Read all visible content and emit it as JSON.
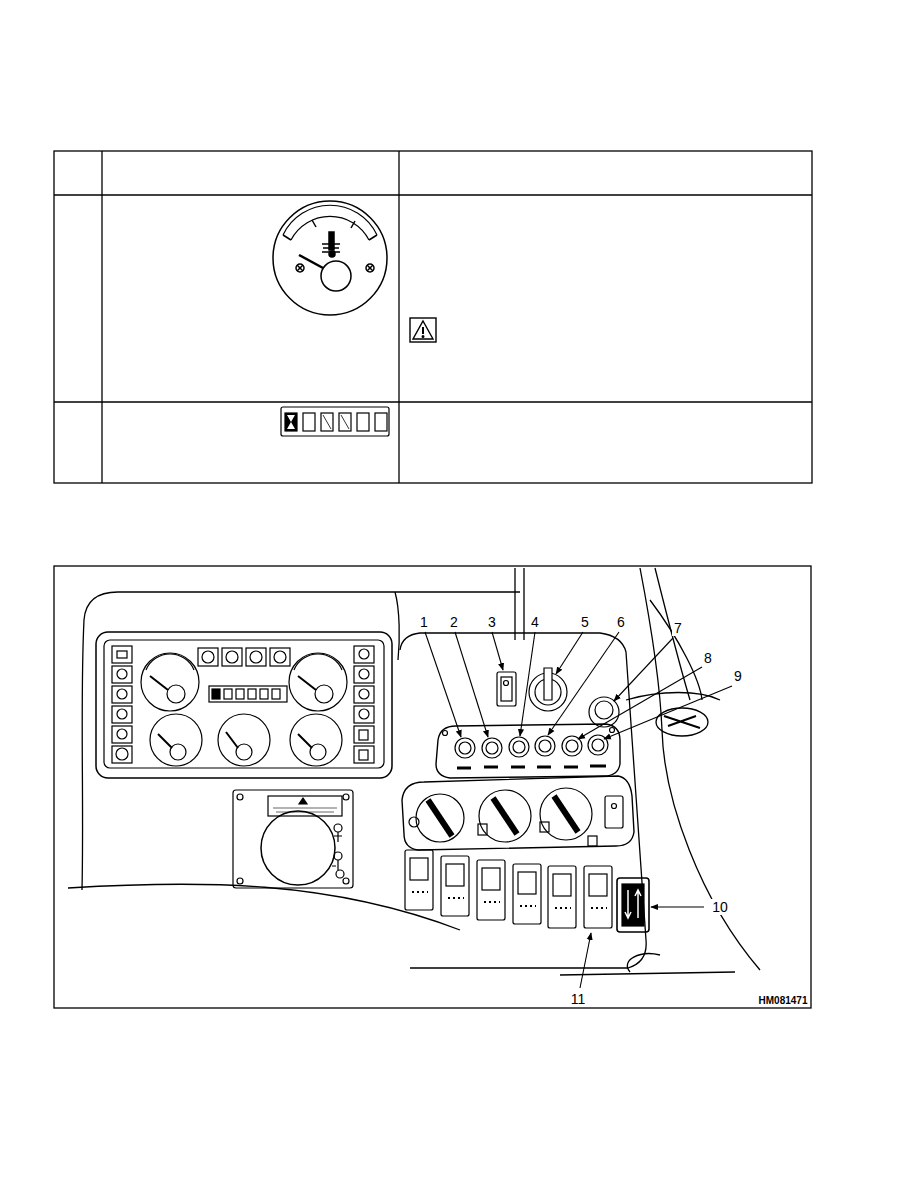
{
  "diagram": {
    "labels": [
      "1",
      "2",
      "3",
      "4",
      "5",
      "6",
      "7",
      "8",
      "9",
      "10",
      "11",
      "HM081471"
    ]
  }
}
